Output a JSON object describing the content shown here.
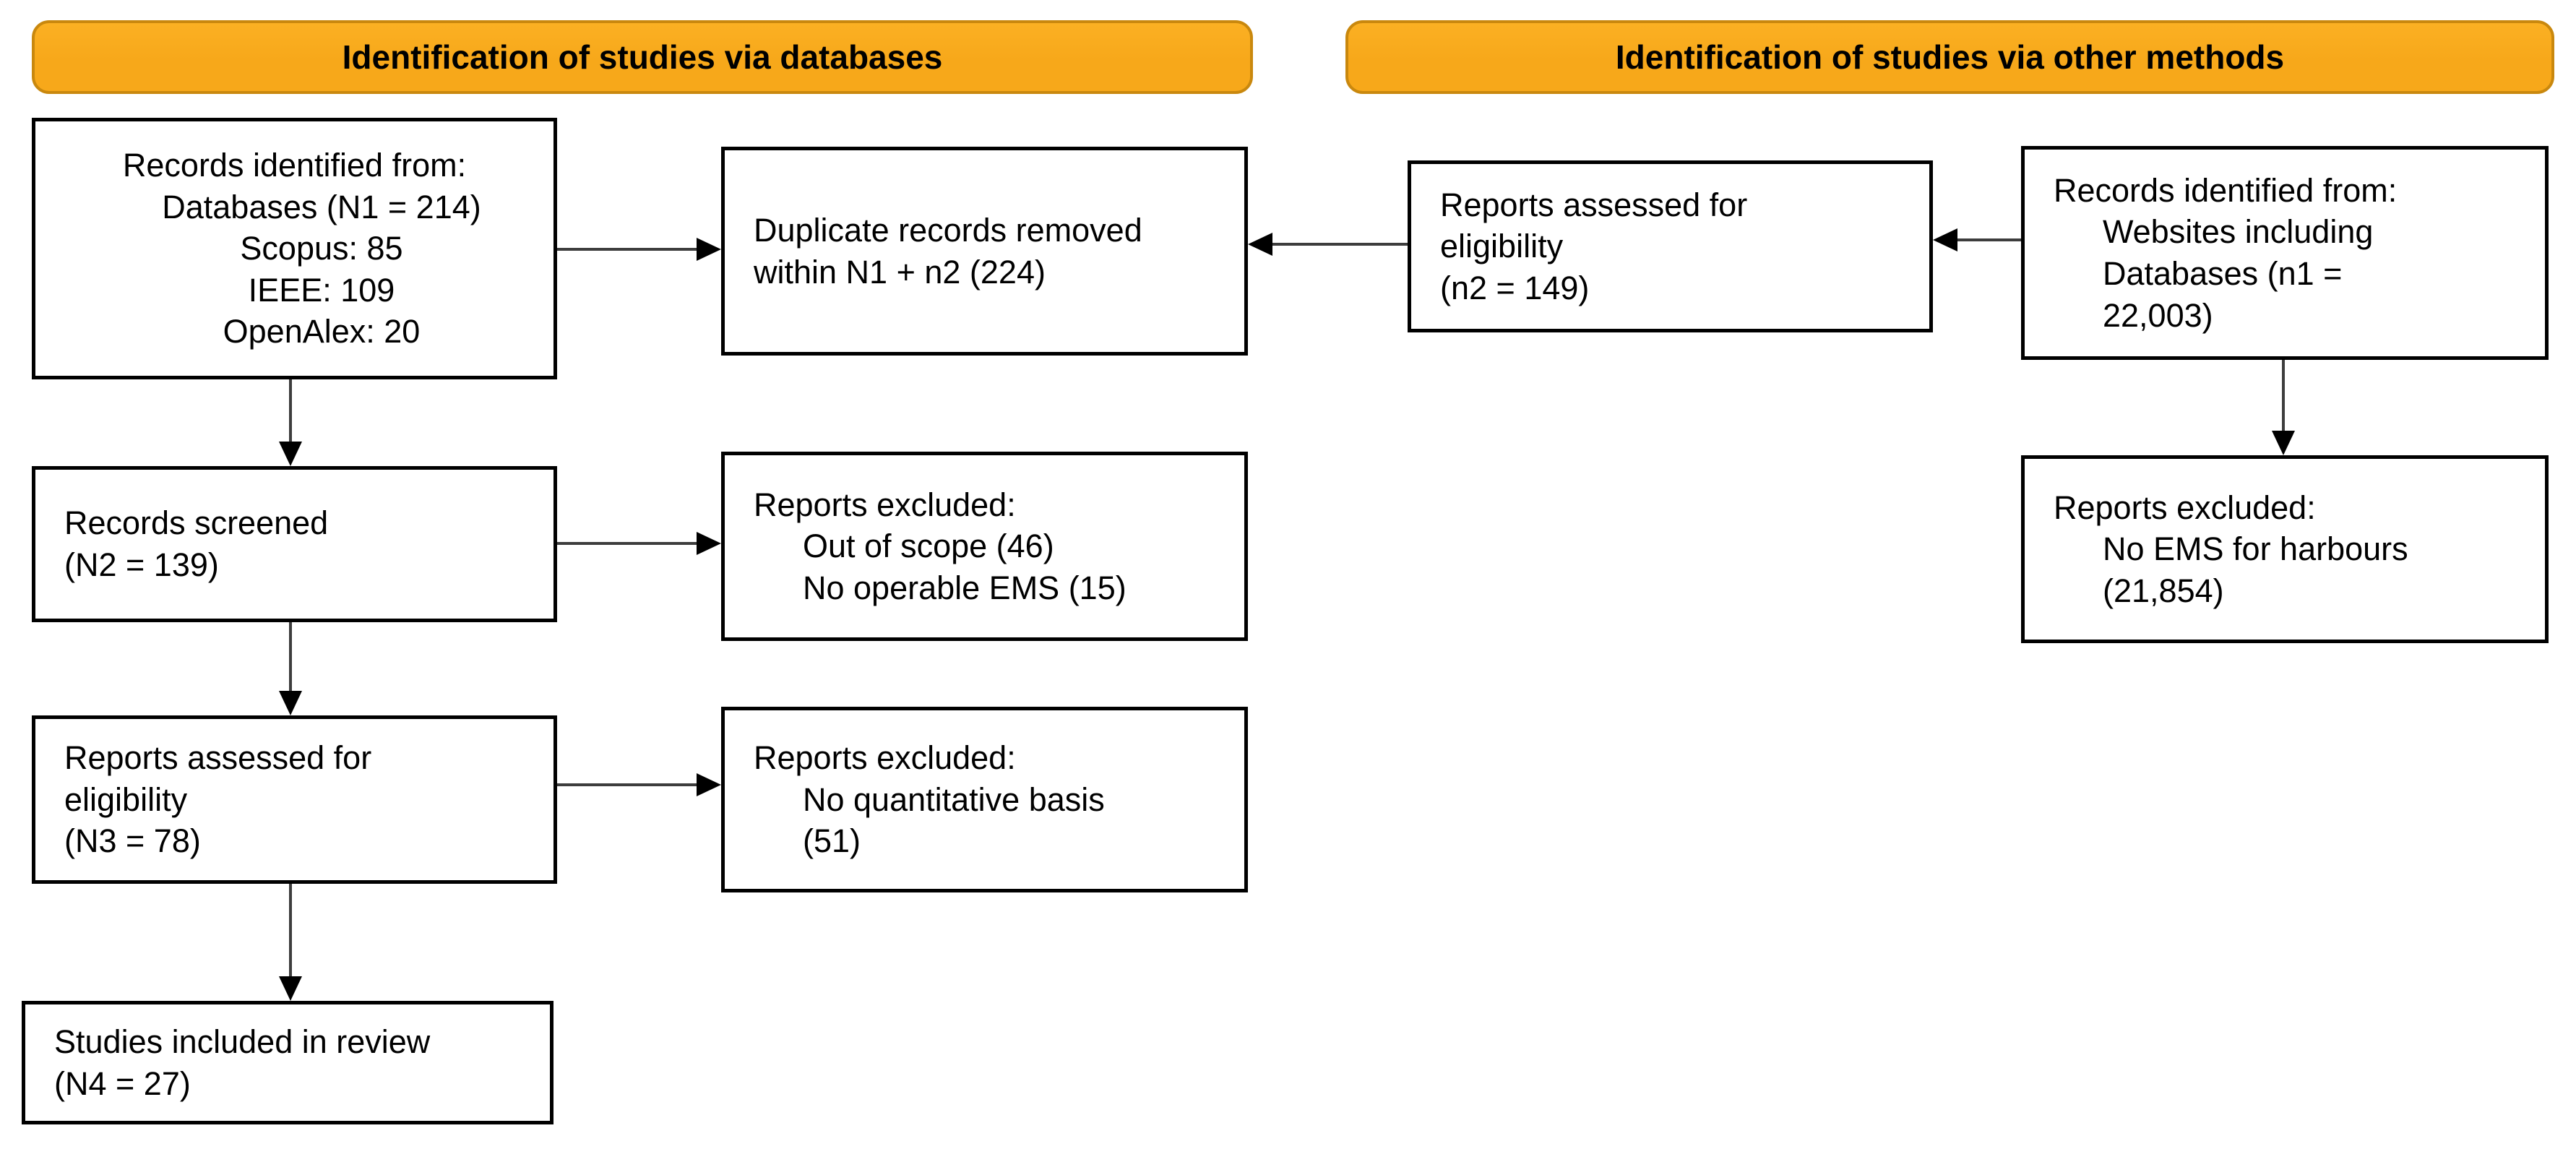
{
  "headers": {
    "via_databases": "Identification of studies via databases",
    "via_other": "Identification of studies via other methods"
  },
  "boxes": {
    "records_identified_databases": {
      "lines": [
        "Records identified from:",
        "Databases (N1 = 214)",
        "Scopus: 85",
        "IEEE: 109",
        "OpenAlex: 20"
      ]
    },
    "duplicate_records_removed": {
      "lines": [
        "Duplicate records removed",
        "within N1 + n2 (224)"
      ]
    },
    "reports_assessed_other": {
      "lines": [
        "Reports assessed for",
        "eligibility",
        "(n2 = 149)"
      ]
    },
    "records_identified_other": {
      "lines": [
        "Records identified from:",
        "Websites including",
        "Databases (n1 =",
        "22,003)"
      ]
    },
    "records_screened": {
      "lines": [
        "Records screened",
        "(N2 = 139)"
      ]
    },
    "reports_excluded_screening": {
      "lines": [
        "Reports excluded:",
        "Out of scope (46)",
        "No operable EMS (15)"
      ]
    },
    "reports_excluded_other": {
      "lines": [
        "Reports excluded:",
        "No EMS for harbours",
        "(21,854)"
      ]
    },
    "reports_assessed_databases": {
      "lines": [
        "Reports assessed for",
        "eligibility",
        "(N3 = 78)"
      ]
    },
    "reports_excluded_eligibility": {
      "lines": [
        "Reports excluded:",
        "No quantitative basis",
        "(51)"
      ]
    },
    "studies_included": {
      "lines": [
        "Studies included in review",
        "(N4 = 27)"
      ]
    }
  },
  "colors": {
    "banner_fill": "#F7A81A",
    "banner_fill_top": "#FBB023",
    "banner_border": "#C9880E",
    "box_border": "#000000",
    "connector": "#3d3d3d",
    "text": "#000000",
    "background": "#FFFFFF"
  }
}
